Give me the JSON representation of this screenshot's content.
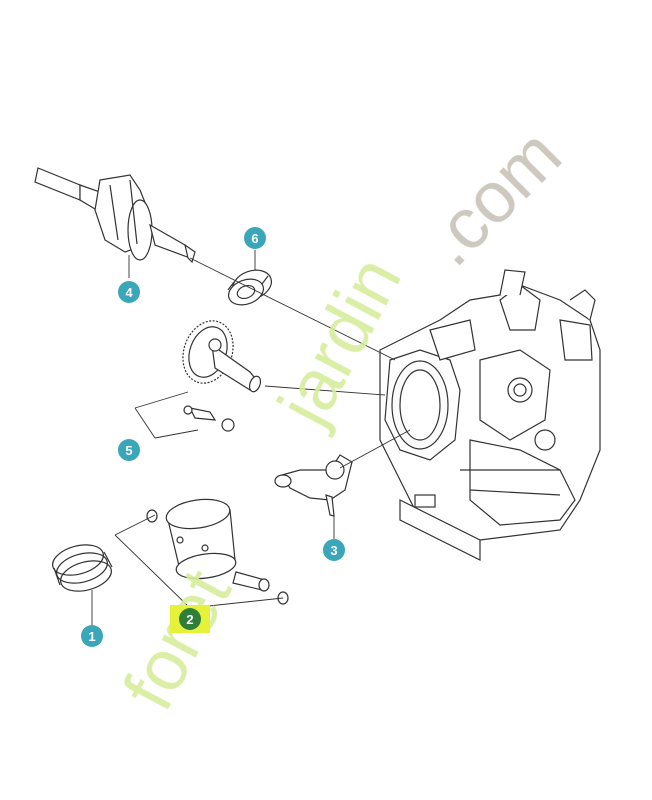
{
  "diagram": {
    "callouts": [
      {
        "label": "1",
        "color": "#3aa6b9"
      },
      {
        "label": "2",
        "color": "#2f7f3a"
      },
      {
        "label": "3",
        "color": "#3aa6b9"
      },
      {
        "label": "4",
        "color": "#3aa6b9"
      },
      {
        "label": "5",
        "color": "#3aa6b9"
      },
      {
        "label": "6",
        "color": "#3aa6b9"
      }
    ],
    "highlight_color": "#e6f23a",
    "line_color": "#333333"
  },
  "watermark": {
    "word1": "foret",
    "word2": "jardin",
    "suffix": ".com",
    "colors": {
      "foret": "#d6ec9c",
      "accent": "#f8c79a",
      "jardin": "#d6ec9c",
      "com": "#c9c3b8"
    }
  }
}
